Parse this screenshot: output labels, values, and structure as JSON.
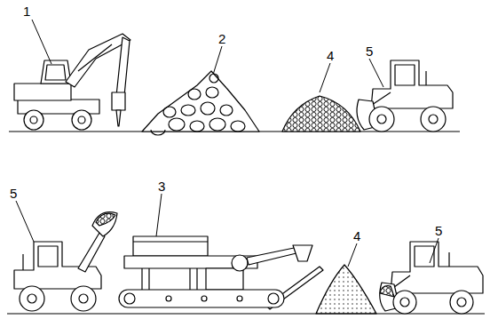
{
  "diagram": {
    "labels": [
      "1",
      "2",
      "4",
      "5",
      "5",
      "3",
      "4",
      "5"
    ]
  }
}
